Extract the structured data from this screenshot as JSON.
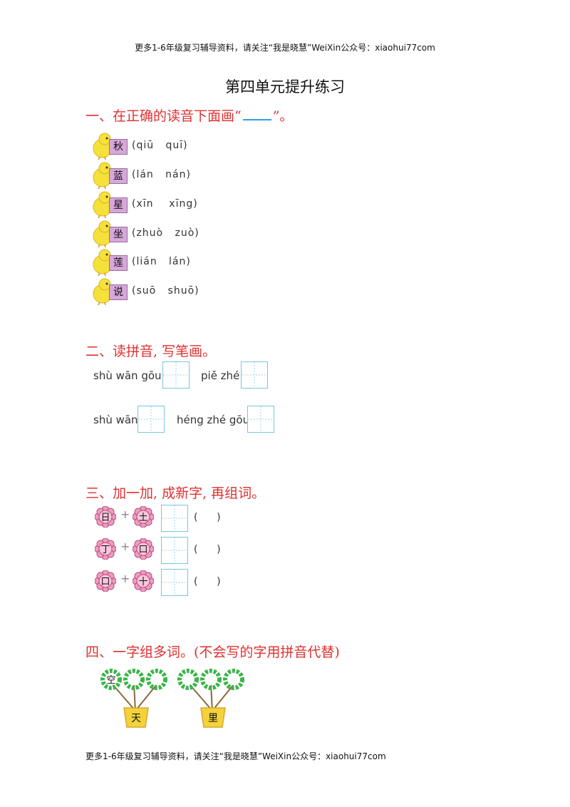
{
  "header_note": "更多1-6年级复习辅导资料，请关注“我是晓慧”WeiXin公众号：xiaohui77com",
  "title": "第四单元提升练习",
  "section1": {
    "heading_before": "一、在正确的读音下面画“",
    "heading_after": "”。",
    "items": [
      {
        "char": "秋",
        "pinyin": "(qiū   quī)"
      },
      {
        "char": "蓝",
        "pinyin": "(lán   nán)"
      },
      {
        "char": "星",
        "pinyin": "(xīn    xīng)"
      },
      {
        "char": "坐",
        "pinyin": "(zhuò   zuò)"
      },
      {
        "char": "莲",
        "pinyin": "(lián   lán)"
      },
      {
        "char": "说",
        "pinyin": "(suō   shuō)"
      }
    ]
  },
  "section2": {
    "heading": "二、读拼音, 写笔画。",
    "items": [
      {
        "pinyin": "shù wān gōu"
      },
      {
        "pinyin": "piě zhé"
      },
      {
        "pinyin": "shù wān"
      },
      {
        "pinyin": "héng zhé gōu"
      }
    ]
  },
  "section3": {
    "heading": "三、加一加, 成新字, 再组词。",
    "plus": "+",
    "paren": "(      )",
    "rows": [
      {
        "a": "日",
        "b": "土"
      },
      {
        "a": "丁",
        "b": "口"
      },
      {
        "a": "口",
        "b": "十"
      }
    ]
  },
  "section4": {
    "heading": "四、一字组多词。(不会写的字用拼音代替)",
    "pot1_flower_char": "空",
    "pot1_char": "天",
    "pot2_char": "里"
  },
  "footer_note": "更多1-6年级复习辅导资料，请关注“我是晓慧”WeiXin公众号：xiaohui77com",
  "colors": {
    "heading": "#e03030",
    "blank_line": "#2aa0e0",
    "char_box": "#d6a7d9",
    "chick": "#f5e13a",
    "flower_green": "#3bb54a",
    "pot_yellow": "#f3d23c",
    "grid_blue": "#7cc3e6",
    "badge_pink": "#e9a0c0"
  }
}
